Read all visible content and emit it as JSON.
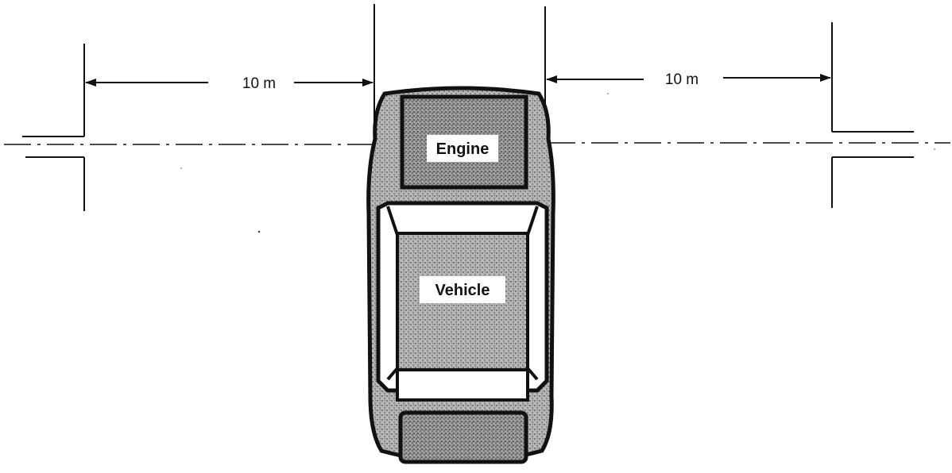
{
  "labels": {
    "left_distance": "10 m",
    "right_distance": "10 m",
    "engine": "Engine",
    "vehicle": "Vehicle"
  },
  "colors": {
    "line": "#111111",
    "fill_gray": "#a9a9a9",
    "fill_dark": "#8c8c8c",
    "background": "#ffffff"
  }
}
